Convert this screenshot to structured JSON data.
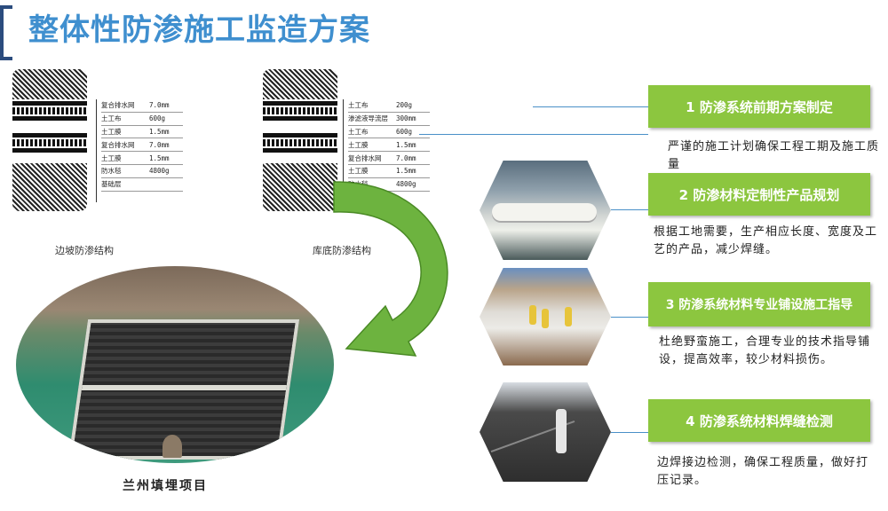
{
  "title": "整体性防渗施工监造方案",
  "left_diagram": {
    "caption": "边坡防渗结构",
    "layers": [
      {
        "name": "复合排水网",
        "spec": "7.0mm"
      },
      {
        "name": "土工布",
        "spec": "600g"
      },
      {
        "name": "土工膜",
        "spec": "1.5mm"
      },
      {
        "name": "复合排水网",
        "spec": "7.0mm"
      },
      {
        "name": "土工膜",
        "spec": "1.5mm"
      },
      {
        "name": "防水毯",
        "spec": "4800g"
      },
      {
        "name": "基础层",
        "spec": ""
      }
    ]
  },
  "right_diagram": {
    "caption": "库底防渗结构",
    "layers": [
      {
        "name": "土工布",
        "spec": "200g"
      },
      {
        "name": "渗滤液导流层",
        "spec": "300mm"
      },
      {
        "name": "土工布",
        "spec": "600g"
      },
      {
        "name": "土工膜",
        "spec": "1.5mm"
      },
      {
        "name": "复合排水网",
        "spec": "7.0mm"
      },
      {
        "name": "土工膜",
        "spec": "1.5mm"
      },
      {
        "name": "防水毯",
        "spec": "4800g"
      }
    ]
  },
  "project_caption": "兰州填埋项目",
  "steps": [
    {
      "label": "1 防渗系统前期方案制定",
      "desc": "严谨的施工计划确保工程工期及施工质量"
    },
    {
      "label": "2 防渗材料定制性产品规划",
      "desc": "根据工地需要，生产相应长度、宽度及工艺的产品，减少焊缝。"
    },
    {
      "label": "3 防渗系统材料专业铺设施工指导",
      "desc": "杜绝野蛮施工，合理专业的技术指导铺设，提高效率，较少材料损伤。"
    },
    {
      "label": "4 防渗系统材料焊缝检测",
      "desc": "边焊接边检测，确保工程质量，做好打压记录。"
    }
  ],
  "colors": {
    "title": "#3f8fcf",
    "step_box": "#8cc63f",
    "arrow": "#6db33f"
  }
}
